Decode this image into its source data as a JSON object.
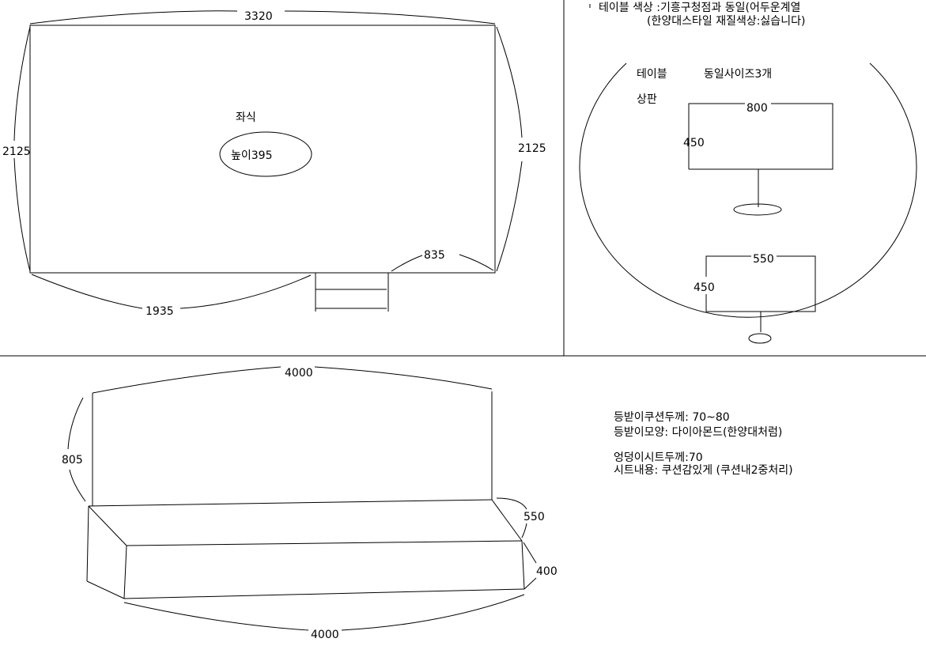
{
  "floor_plan": {
    "width_top": "3320",
    "height_left": "2125",
    "height_right": "2125",
    "bottom_left": "1935",
    "bottom_right": "835",
    "seat_type": "좌식",
    "seat_height": "높이395"
  },
  "table": {
    "color_line1": "테이블 색상 :기흥구청점과 동일(어두운계열",
    "color_line2": "(한양대스타일 재질색상:싫습니다)",
    "title": "테이블",
    "count": "동일사이즈3개",
    "top_label": "상판",
    "large": {
      "width": "800",
      "depth": "450"
    },
    "small": {
      "width": "550",
      "depth": "450"
    }
  },
  "sofa": {
    "width_top": "4000",
    "back_height": "805",
    "seat_depth": "550",
    "seat_height": "400",
    "width_bottom": "4000"
  },
  "notes": [
    "등받이쿠션두께: 70~80",
    "등받이모양: 다이아몬드(한양대처럼)",
    "엉덩이시트두께:70",
    "시트내용: 쿠션감있게 (쿠션내2중처리)"
  ]
}
